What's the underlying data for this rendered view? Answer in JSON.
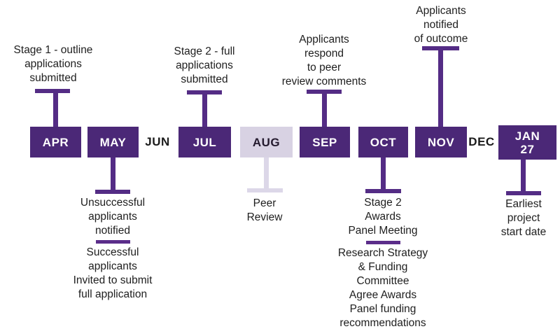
{
  "colors": {
    "box_purple": "#4B2877",
    "connector_purple": "#542C85",
    "divider_purple": "#5B2D8A",
    "light_lavender_box": "#D8D2E3",
    "light_lavender_connector": "#DCD7E8",
    "text_dark": "#1E1E1E",
    "box_text_white": "#FFFFFF",
    "background": "#FFFFFF"
  },
  "timeline": {
    "months": [
      {
        "label": "APR",
        "style": "solid"
      },
      {
        "label": "MAY",
        "style": "solid"
      },
      {
        "label": "JUN",
        "style": "text"
      },
      {
        "label": "JUL",
        "style": "solid"
      },
      {
        "label": "AUG",
        "style": "light"
      },
      {
        "label": "SEP",
        "style": "solid"
      },
      {
        "label": "OCT",
        "style": "solid"
      },
      {
        "label": "NOV",
        "style": "solid"
      },
      {
        "label": "DEC",
        "style": "text"
      },
      {
        "label": "JAN\n27",
        "style": "solid"
      }
    ]
  },
  "annotations": {
    "top": [
      {
        "month": "APR",
        "text": "Stage 1 - outline\napplications\nsubmitted"
      },
      {
        "month": "JUL",
        "text": "Stage 2 - full\napplications\nsubmitted"
      },
      {
        "month": "SEP",
        "text": "Applicants\nrespond\nto peer\nreview comments"
      },
      {
        "month": "NOV",
        "text": "Applicants\nnotified\nof outcome"
      }
    ],
    "bottom": [
      {
        "month": "MAY",
        "text": "Unsuccessful\napplicants\nnotified",
        "text2": "Successful\napplicants\nInvited to submit\nfull application"
      },
      {
        "month": "AUG",
        "text": "Peer\nReview"
      },
      {
        "month": "OCT",
        "text": "Stage 2\nAwards\nPanel Meeting",
        "text2": "Research Strategy\n& Funding\nCommittee\nAgree Awards\nPanel funding\nrecommendations"
      },
      {
        "month": "JAN 27",
        "text": "Earliest\nproject\nstart date"
      }
    ]
  }
}
